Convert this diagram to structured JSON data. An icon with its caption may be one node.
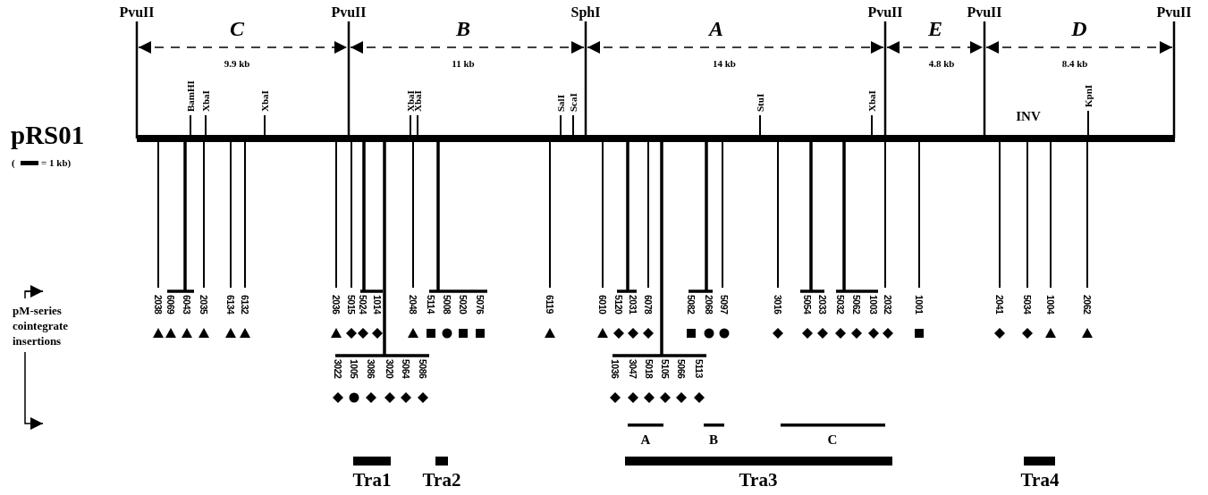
{
  "diagram": {
    "labels": [
      "PvuII",
      "C",
      "PvuII",
      "B",
      "SphI",
      "A",
      "PvuII",
      "E",
      "PvuII",
      "D",
      "PvuII",
      "9.9 kb",
      "11 kb",
      "14 kb",
      "4.8 kb",
      "8.4 kb",
      "BamHI",
      "XbaI",
      "XbaI",
      "XbaI",
      "XbaI",
      "SalI",
      "ScaI",
      "StuI",
      "XbaI",
      "KpnI",
      "INV",
      "pRS01",
      "(",
      "= 1 kb)",
      "pM-series cointegrate insertions",
      "2038",
      "6069",
      "6043",
      "2035",
      "6134",
      "6132",
      "2036",
      "5015",
      "5024",
      "1014",
      "2048",
      "5114",
      "5008",
      "5020",
      "5076",
      "6119",
      "6010",
      "5120",
      "2031",
      "6078",
      "5082",
      "2068",
      "5097",
      "3016",
      "5054",
      "2033",
      "5032",
      "5062",
      "1003",
      "2032",
      "1001",
      "2041",
      "5034",
      "1004",
      "2062",
      "3022",
      "1005",
      "3086",
      "3020",
      "5064",
      "5086",
      "1036",
      "3047",
      "5018",
      "5105",
      "5066",
      "5113",
      "A",
      "B",
      "C",
      "Tra1",
      "Tra2",
      "Tra3",
      "Tra4"
    ]
  }
}
